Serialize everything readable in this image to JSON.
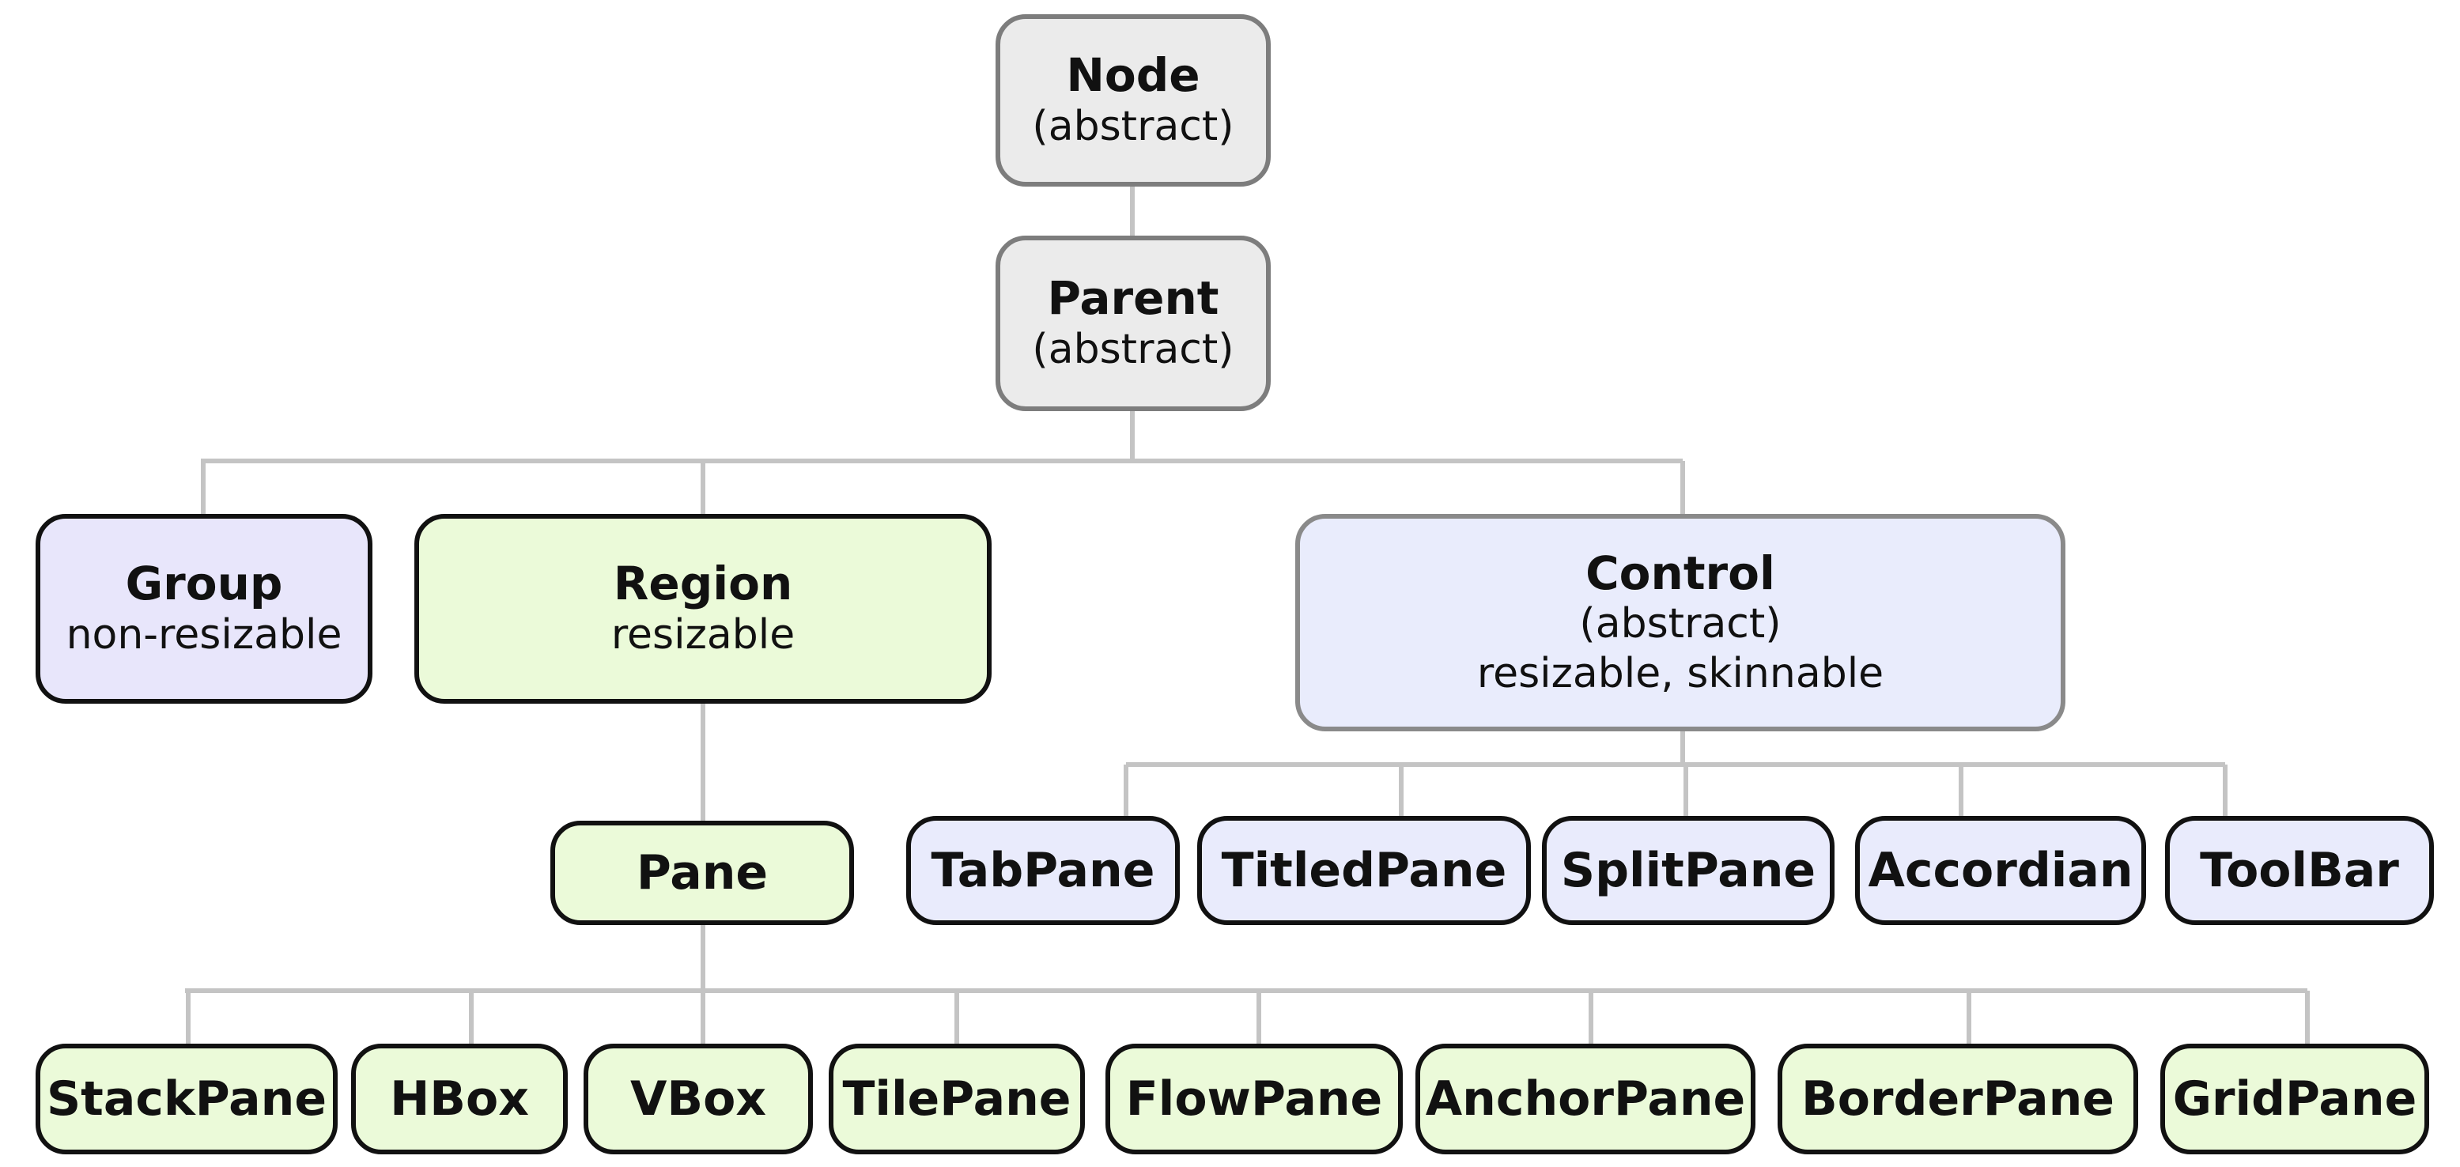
{
  "nodes": {
    "node": {
      "name": "Node",
      "note": "(abstract)"
    },
    "parent": {
      "name": "Parent",
      "note": "(abstract)"
    },
    "group": {
      "name": "Group",
      "note": "non-resizable"
    },
    "region": {
      "name": "Region",
      "note": "resizable"
    },
    "control": {
      "name": "Control",
      "note": "(abstract)",
      "note2": "resizable, skinnable"
    },
    "pane": {
      "name": "Pane"
    }
  },
  "control_children": [
    "TabPane",
    "TitledPane",
    "SplitPane",
    "Accordian",
    "ToolBar"
  ],
  "pane_children": [
    "StackPane",
    "HBox",
    "VBox",
    "TilePane",
    "FlowPane",
    "AnchorPane",
    "BorderPane",
    "GridPane"
  ],
  "colors": {
    "abstract_fill": "#ebebeb",
    "group_fill": "#e8e6fb",
    "region_fill": "#ebfad9",
    "control_fill": "#e9ecfc",
    "connector": "#c4c4c4"
  }
}
